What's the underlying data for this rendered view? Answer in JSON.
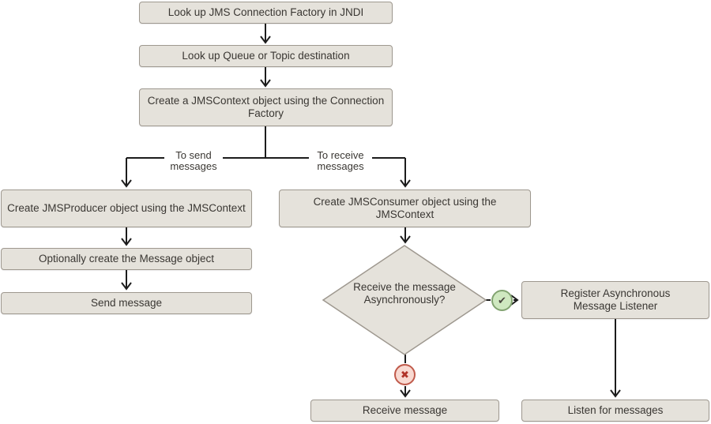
{
  "diagram": {
    "nodes": {
      "lookup_factory": {
        "label": "Look up JMS Connection Factory in JNDI"
      },
      "lookup_destination": {
        "label": "Look up Queue or Topic destination"
      },
      "create_context": {
        "label": "Create a JMSContext object using the Connection Factory"
      },
      "create_producer": {
        "label": "Create JMSProducer object using the JMSContext"
      },
      "create_message": {
        "label": "Optionally create the Message object"
      },
      "send_message": {
        "label": "Send message"
      },
      "create_consumer": {
        "label": "Create JMSConsumer object using the JMSContext"
      },
      "decision_async": {
        "label": "Receive the message Asynchronously?"
      },
      "register_listener": {
        "label": "Register Asynchronous Message Listener"
      },
      "receive_message": {
        "label": "Receive message"
      },
      "listen_messages": {
        "label": "Listen for messages"
      }
    },
    "branch_labels": {
      "send": "To send messages",
      "receive": "To receive messages"
    },
    "icons": {
      "yes_glyph": "✔",
      "no_glyph": "✖"
    },
    "colors": {
      "node_fill": "#e5e2db",
      "node_border": "#9e988f",
      "connector": "#1c1c1c",
      "text": "#3a3733",
      "yes_fill": "#cfe8c0",
      "yes_border": "#82a371",
      "no_fill": "#f8d9d1",
      "no_border": "#c05a4b"
    }
  }
}
